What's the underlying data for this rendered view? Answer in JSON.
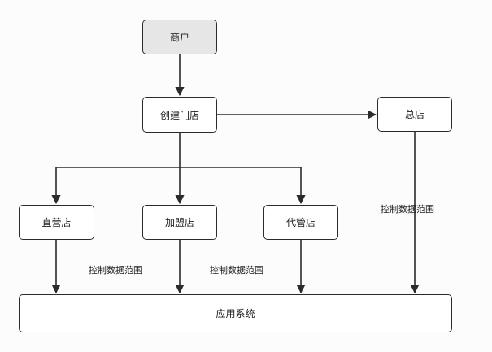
{
  "diagram": {
    "nodes": {
      "merchant": "商户",
      "create_store": "创建门店",
      "head_store": "总店",
      "direct_store": "直营店",
      "franchise_store": "加盟店",
      "agency_store": "代管店",
      "app_system": "应用系统"
    },
    "edge_labels": {
      "head_to_system": "控制数据范围",
      "direct_to_franchise_gap": "控制数据范围",
      "franchise_to_agency_gap": "控制数据范围"
    }
  }
}
